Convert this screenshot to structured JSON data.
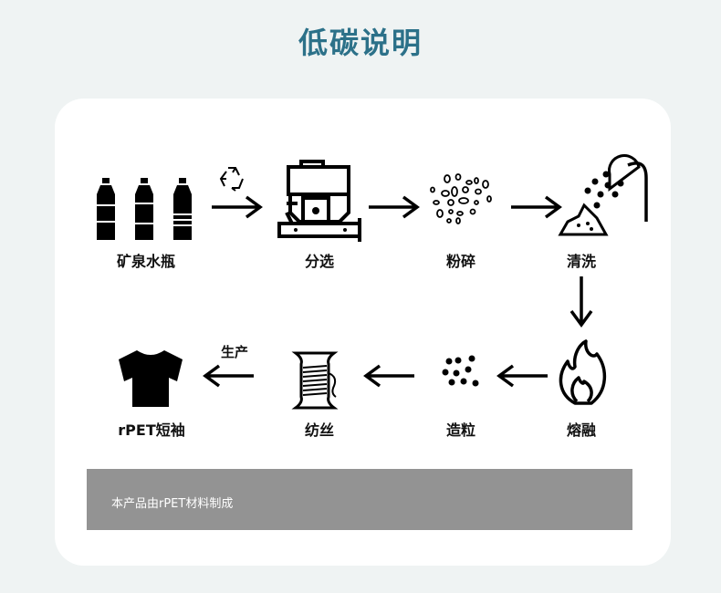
{
  "title": "低碳说明",
  "steps": [
    {
      "label": "矿泉水瓶",
      "icon": "bottles-icon"
    },
    {
      "label": "分选",
      "icon": "sorting-machine-icon"
    },
    {
      "label": "粉碎",
      "icon": "shredded-flakes-icon"
    },
    {
      "label": "清洗",
      "icon": "shower-wash-icon"
    },
    {
      "label": "熔融",
      "icon": "flame-icon"
    },
    {
      "label": "造粒",
      "icon": "pellets-icon"
    },
    {
      "label": "纺丝",
      "icon": "thread-spool-icon"
    },
    {
      "label": "rPET短袖",
      "icon": "tshirt-icon"
    }
  ],
  "arrow_note": "生产",
  "banner_text": "本产品由rPET材料制成",
  "colors": {
    "title": "#2c7189",
    "banner": "#939393",
    "background": "#eff3f3"
  }
}
